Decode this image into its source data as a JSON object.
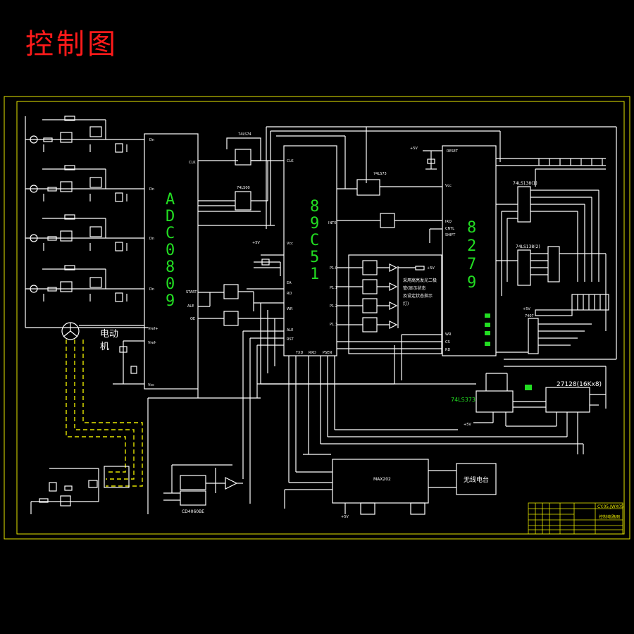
{
  "title": "控制图",
  "chips": {
    "adc": "ADC0809",
    "mcu": "89C51",
    "kbd": "8279",
    "latch_top": "74LS74",
    "latch_mid": "74LS00",
    "latch_8279": "74LS73",
    "dec1": "74LS138(1)",
    "dec2": "74LS138(2)",
    "buf": "7407",
    "latch_bot": "74LS373",
    "eprom": "27128(16Kx8)",
    "counter": "CD4060BE",
    "rs232": "MAX202",
    "wireless": "无线电台",
    "motor": "电动机"
  },
  "pins": {
    "adc": [
      "Dn",
      "Dn",
      "Dn",
      "Dn",
      "CLK",
      "START",
      "ALE",
      "OE",
      "Vref+",
      "Vref-",
      "Vcc"
    ],
    "mcu": [
      "CLK",
      "Vcc",
      "INT0",
      "P1.0",
      "P1.1",
      "P1.2",
      "P1.3",
      "EA",
      "RST",
      "RD",
      "WR",
      "ALE",
      "TXD",
      "RXD",
      "PSEN"
    ],
    "kbd": [
      "RESET",
      "Vcc",
      "IRQ",
      "CNTL",
      "SHIFT",
      "WR",
      "CS",
      "RD"
    ]
  },
  "notes": {
    "supply": "+5V",
    "led_note": [
      "采用高亮发光二极",
      "管(显示状态",
      "及设定状态指示",
      "灯)"
    ],
    "title_block": [
      "CY.05.JWX05",
      "控制电路图"
    ]
  },
  "colors": {
    "background": "#000000",
    "line": "#ffffff",
    "frame": "#e6e600",
    "title": "#ff1a1a",
    "chip_label": "#22dd22"
  }
}
